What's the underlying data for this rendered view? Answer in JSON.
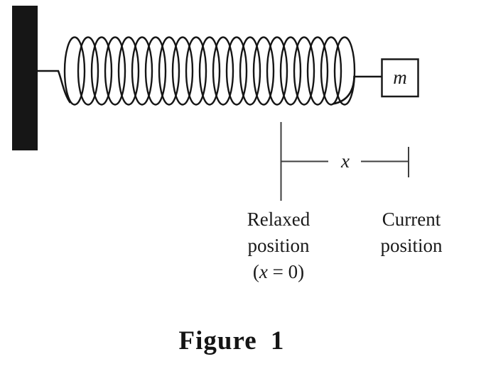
{
  "figure": {
    "mass_label": "m",
    "displacement_label": "x",
    "relaxed_label": {
      "line1": "Relaxed",
      "line2": "position",
      "line3_open": "(",
      "line3_var": "x",
      "line3_rest": " = 0)"
    },
    "current_label": {
      "line1": "Current",
      "line2": "position"
    },
    "caption": "Figure 1",
    "colors": {
      "ink": "#1a1a1a",
      "dimension_line": "#3f3f3f",
      "wall_fill": "#161616",
      "background": "#ffffff"
    }
  }
}
